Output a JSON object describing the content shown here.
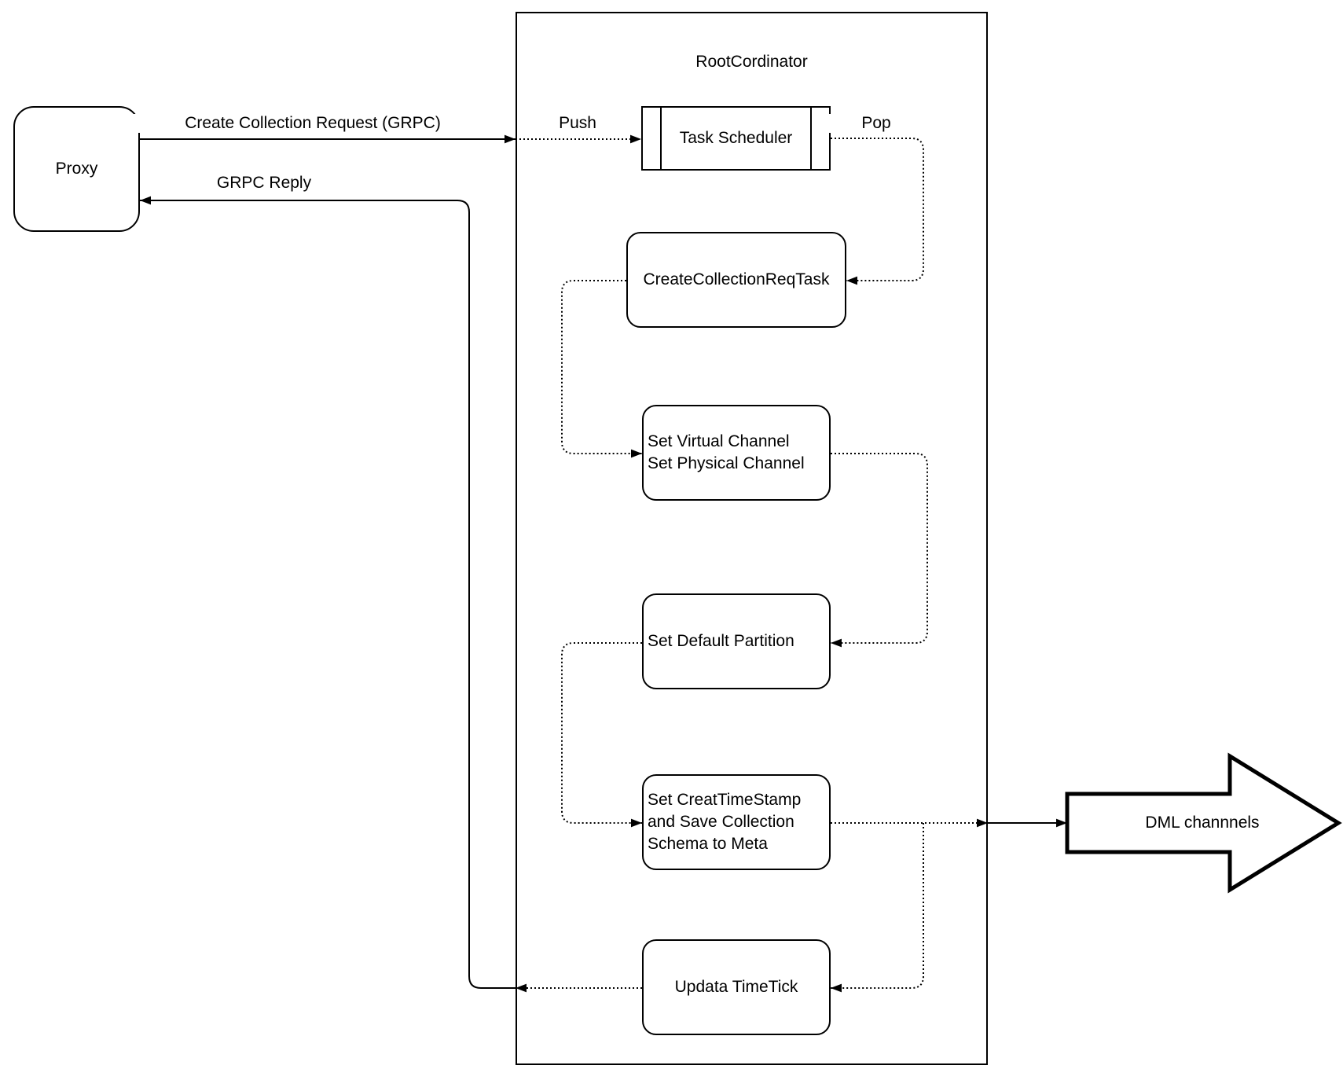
{
  "diagram": {
    "proxy": {
      "label": "Proxy"
    },
    "root_coordinator": {
      "title": "RootCordinator"
    },
    "nodes": {
      "task_scheduler": {
        "label": "Task Scheduler"
      },
      "create_collection_req_task": {
        "label": "CreateCollectionReqTask"
      },
      "set_channels": {
        "line1": "Set Virtual Channel",
        "line2": "Set Physical Channel"
      },
      "set_default_partition": {
        "label": "Set Default Partition"
      },
      "set_creat_timestamp": {
        "line1": "Set CreatTimeStamp",
        "line2": "and Save Collection",
        "line3": "Schema to Meta"
      },
      "updata_timetick": {
        "label": "Updata TimeTick"
      }
    },
    "edges": {
      "create_collection_request": {
        "label": "Create Collection Request (GRPC)"
      },
      "grpc_reply": {
        "label": "GRPC Reply"
      },
      "push": {
        "label": "Push"
      },
      "pop": {
        "label": "Pop"
      }
    },
    "dml_channels": {
      "label": "DML channnels"
    },
    "colors": {
      "stroke": "#000000",
      "background": "#ffffff"
    }
  }
}
